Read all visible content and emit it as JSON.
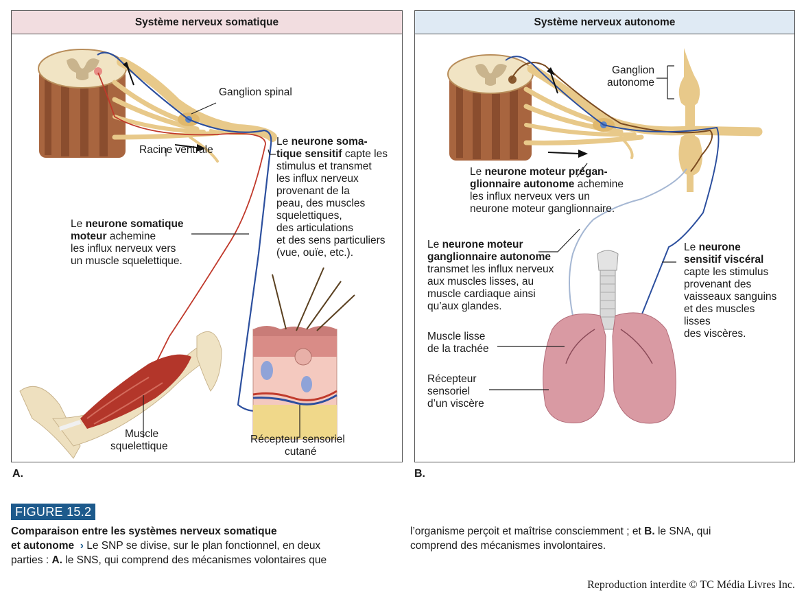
{
  "panelA": {
    "title": "Système nerveux somatique",
    "letter": "A.",
    "labels": {
      "ganglion_spinal": "Ganglion spinal",
      "racine_ventrale": "Racine ventrale",
      "sensory_l1a": "Le ",
      "sensory_l1b": "neurone soma-",
      "sensory_l2a": "tique sensitif",
      "sensory_l2b": " capte les",
      "sensory_l3": "stimulus et transmet",
      "sensory_l4": "les influx nerveux",
      "sensory_l5": "provenant de la",
      "sensory_l6": "peau, des muscles",
      "sensory_l7": "squelettiques,",
      "sensory_l8": "des articulations",
      "sensory_l9": "et des sens particuliers",
      "sensory_l10": "(vue, ouïe, etc.).",
      "motor_l1a": "Le ",
      "motor_l1b": "neurone somatique",
      "motor_l2a": "moteur",
      "motor_l2b": " achemine",
      "motor_l3": "les influx nerveux vers",
      "motor_l4": "un muscle squelettique.",
      "muscle_l1": "Muscle",
      "muscle_l2": "squelettique",
      "receptor_l1": "Récepteur sensoriel",
      "receptor_l2": "cutané"
    }
  },
  "panelB": {
    "title": "Système nerveux autonome",
    "letter": "B.",
    "labels": {
      "ganglion_l1": "Ganglion",
      "ganglion_l2": "autonome",
      "pre_l1a": "Le ",
      "pre_l1b": "neurone moteur prégan-",
      "pre_l2a": "glionnaire autonome",
      "pre_l2b": " achemine",
      "pre_l3": "les influx nerveux vers un",
      "pre_l4": "neurone moteur ganglionnaire.",
      "gang_l1a": "Le ",
      "gang_l1b": "neurone moteur",
      "gang_l2": "ganglionnaire autonome",
      "gang_l3": "transmet les influx nerveux",
      "gang_l4": "aux muscles lisses, au",
      "gang_l5": "muscle cardiaque ainsi",
      "gang_l6": "qu’aux glandes.",
      "visc_l1a": "Le ",
      "visc_l1b": "neurone",
      "visc_l2": "sensitif viscéral",
      "visc_l3": "capte les stimulus",
      "visc_l4": "provenant des",
      "visc_l5": "vaisseaux sanguins",
      "visc_l6": "et des muscles",
      "visc_l7": "lisses",
      "visc_l8": "des viscères.",
      "trachea_l1": "Muscle lisse",
      "trachea_l2": "de la trachée",
      "visc_rec_l1": "Récepteur",
      "visc_rec_l2": "sensoriel",
      "visc_rec_l3": "d’un viscère"
    }
  },
  "figure": {
    "badge": "FIGURE 15.2",
    "title_l1": "Comparaison entre les systèmes nerveux somatique",
    "title_l2": "et autonome",
    "arrow": "›",
    "text_l1": " Le SNP se divise, sur le plan fonctionnel, en deux",
    "text_l2a": "parties : ",
    "text_l2b": "A.",
    "text_l2c": " le SNS, qui comprend des mécanismes volontaires que",
    "text_r1a": "l’organisme perçoit et maîtrise consciemment ; et ",
    "text_r1b": "B.",
    "text_r1c": " le SNA, qui",
    "text_r2": "comprend des mécanismes involontaires."
  },
  "credit": "Reproduction interdite © TC Média Livres Inc.",
  "colors": {
    "panelA_header": "#f2dde0",
    "panelB_header": "#dfeaf4",
    "badge": "#1d5a8c",
    "nerve": "#e8c98a",
    "motor_neuron": "#c0392b",
    "sensory_neuron": "#2c4f9e",
    "muscle": "#b3362a",
    "lung": "#d99aa3"
  }
}
